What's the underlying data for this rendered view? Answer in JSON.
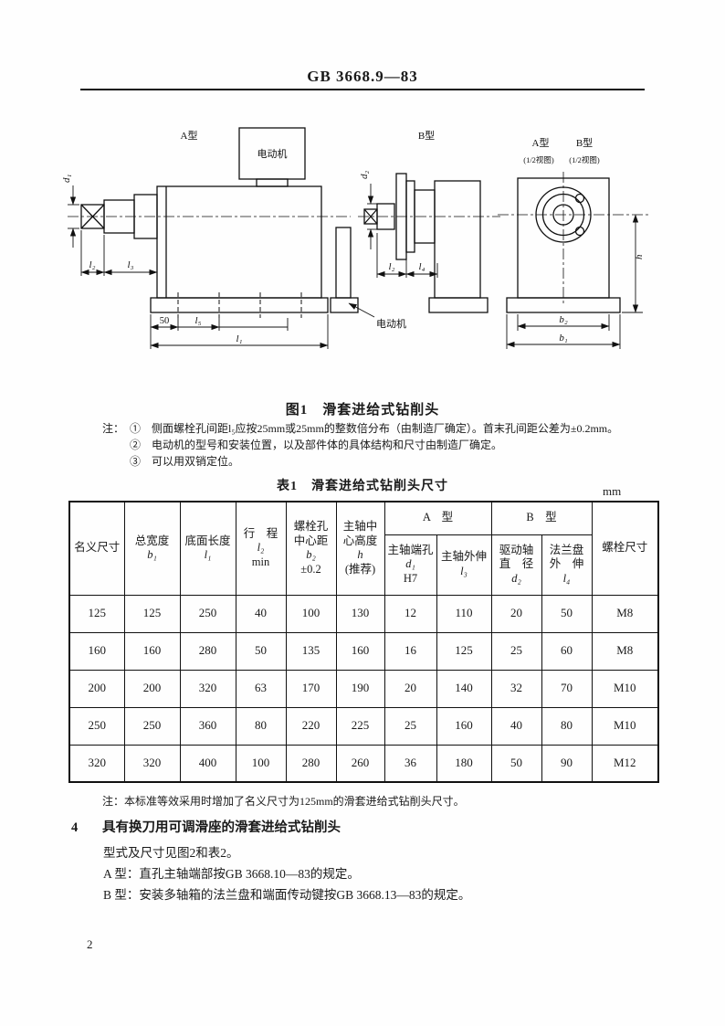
{
  "page": {
    "code": "GB 3668.9—83",
    "number": "2"
  },
  "figure1": {
    "caption": "图1　滑套进给式钻削头",
    "label_type_a": "A型",
    "label_type_b": "B型",
    "label_motor_top": "电动机",
    "label_motor_bottom": "电动机",
    "front_label_a": "A型",
    "front_label_b": "B型",
    "front_half_view_a": "(1/2视图)",
    "front_half_view_b": "(1/2视图)",
    "dims": {
      "d1": "d₁",
      "l2a": "l₂",
      "l3": "l₃",
      "n50": "50",
      "l5": "l₅",
      "l1": "l₁",
      "d2": "d₂",
      "l2b": "l₂",
      "l4": "l₄",
      "b2": "b₂",
      "b1": "b₁",
      "h": "h"
    }
  },
  "notes": {
    "prefix": "注：",
    "item1": "①　侧面螺栓孔间距l₅应按25mm或25mm的整数倍分布（由制造厂确定）。首末孔间距公差为±0.2mm。",
    "item2": "②　电动机的型号和安装位置，以及部件体的具体结构和尺寸由制造厂确定。",
    "item3": "③　可以用双销定位。"
  },
  "table1": {
    "title": "表1　滑套进给式钻削头尺寸",
    "unit": "mm",
    "headers": {
      "nominal": "名义尺寸",
      "total_width": [
        "总宽度",
        "b₁"
      ],
      "base_length": [
        "底面长度",
        "l₁"
      ],
      "stroke": [
        "行　程",
        "l₂",
        "min"
      ],
      "bolt_center": [
        "螺栓孔",
        "中心距",
        "b₂",
        "±0.2"
      ],
      "spindle_height": [
        "主轴中",
        "心高度",
        "h",
        "(推荐)"
      ],
      "group_a": "A　型",
      "group_b": "B　型",
      "a_bore": [
        "主轴端孔",
        "d₁",
        "H7"
      ],
      "a_overhang": [
        "主轴外伸",
        "l₃"
      ],
      "b_shaft": [
        "驱动轴",
        "直　径",
        "d₂"
      ],
      "b_flange": [
        "法兰盘",
        "外　伸",
        "l₄"
      ],
      "bolt_size": "螺栓尺寸"
    },
    "rows": [
      [
        "125",
        "125",
        "250",
        "40",
        "100",
        "130",
        "12",
        "110",
        "20",
        "50",
        "M8"
      ],
      [
        "160",
        "160",
        "280",
        "50",
        "135",
        "160",
        "16",
        "125",
        "25",
        "60",
        "M8"
      ],
      [
        "200",
        "200",
        "320",
        "63",
        "170",
        "190",
        "20",
        "140",
        "32",
        "70",
        "M10"
      ],
      [
        "250",
        "250",
        "360",
        "80",
        "220",
        "225",
        "25",
        "160",
        "40",
        "80",
        "M10"
      ],
      [
        "320",
        "320",
        "400",
        "100",
        "280",
        "260",
        "36",
        "180",
        "50",
        "90",
        "M12"
      ]
    ],
    "footnote": "注：本标准等效采用时增加了名义尺寸为125mm的滑套进给式钻削头尺寸。"
  },
  "section4": {
    "number": "4",
    "title": "具有换刀用可调滑座的滑套进给式钻削头",
    "para1": "型式及尺寸见图2和表2。",
    "para2": "A 型：直孔主轴端部按GB 3668.10—83的规定。",
    "para3": "B 型：安装多轴箱的法兰盘和端面传动键按GB 3668.13—83的规定。"
  }
}
